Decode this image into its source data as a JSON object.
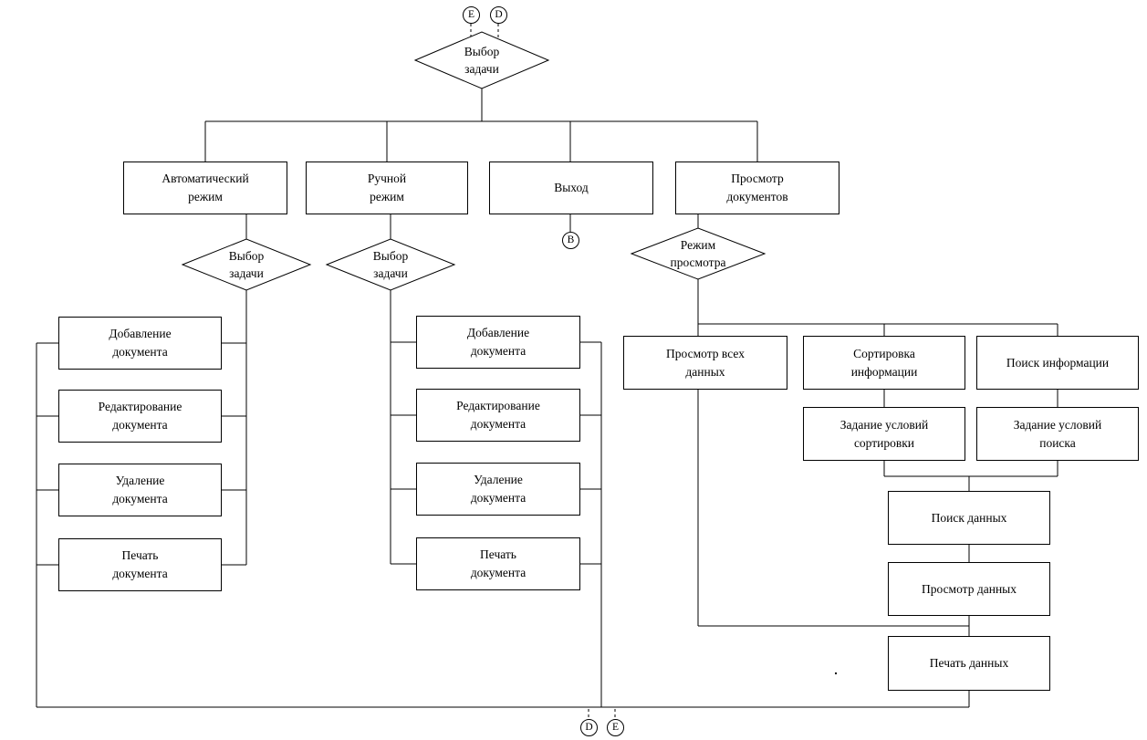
{
  "meta": {
    "background_color": "#ffffff",
    "line_color": "#000000",
    "text_color": "#000000"
  },
  "connectors": {
    "top_left": "E",
    "top_right": "D",
    "exit": "B",
    "bottom_left": "D",
    "bottom_right": "E"
  },
  "nodes": {
    "root_decision": "Выбор\nзадачи",
    "auto_mode": "Автоматический\nрежим",
    "manual_mode": "Ручной\nрежим",
    "exit": "Выход",
    "view_documents": "Просмотр\nдокументов",
    "auto_decision": "Выбор\nзадачи",
    "manual_decision": "Выбор\nзадачи",
    "view_mode_decision": "Режим\nпросмотра",
    "auto_add": "Добавление\nдокумента",
    "auto_edit": "Редактирование\nдокумента",
    "auto_delete": "Удаление\nдокумента",
    "auto_print": "Печать\nдокумента",
    "manual_add": "Добавление\nдокумента",
    "manual_edit": "Редактирование\nдокумента",
    "manual_delete": "Удаление\nдокумента",
    "manual_print": "Печать\nдокумента",
    "view_all_data": "Просмотр всех\nданных",
    "sort_info": "Сортировка\nинформации",
    "search_info": "Поиск информации",
    "sort_conditions": "Задание условий\nсортировки",
    "search_conditions": "Задание условий\nпоиска",
    "search_data": "Поиск данных",
    "view_data": "Просмотр данных",
    "print_data": "Печать данных"
  }
}
